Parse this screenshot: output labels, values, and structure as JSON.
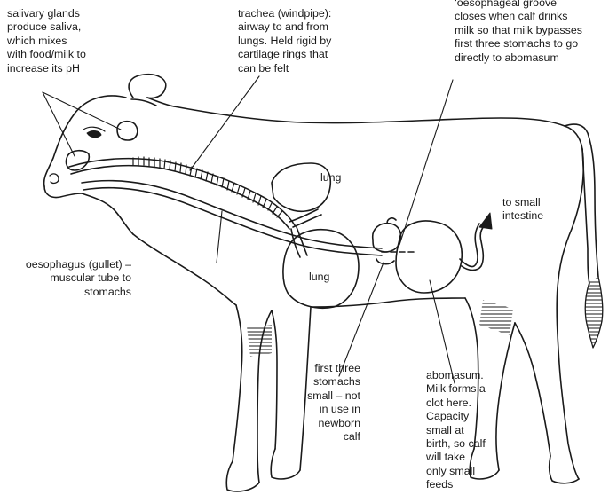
{
  "labels": {
    "salivary_glands": "salivary glands\nproduce saliva,\nwhich mixes\nwith food/milk to\nincrease its pH",
    "trachea": "trachea (windpipe):\nairway to and from\nlungs. Held rigid by\ncartilage rings that\ncan be felt",
    "oesophageal_groove": "‘oesophageal groove’\ncloses when calf drinks\nmilk so that milk bypasses\nfirst three stomachs to go\ndirectly to abomasum",
    "lung_upper": "lung",
    "lung_lower": "lung",
    "small_intestine": "to small\nintestine",
    "oesophagus": "oesophagus (gullet) –\nmuscular tube to\nstomachs",
    "first_three_stomachs": "first three\nstomachs\nsmall – not\nin use in\nnewborn\ncalf",
    "abomasum": "abomasum.\nMilk forms a\nclot here.\nCapacity\nsmall at\nbirth, so calf\nwill take\nonly small\nfeeds"
  },
  "colors": {
    "line": "#1a1a1a",
    "background": "#ffffff"
  }
}
